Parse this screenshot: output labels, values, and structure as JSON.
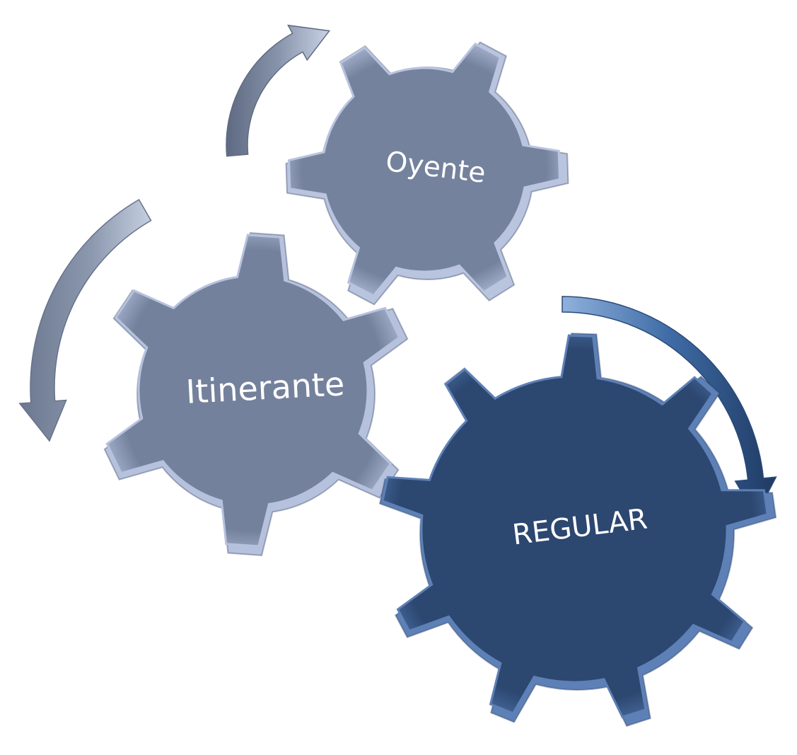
{
  "diagram": {
    "gears": [
      {
        "id": "oyente",
        "label": "Oyente",
        "fill": "#75829d",
        "edge": "#b9c4df"
      },
      {
        "id": "itinerante",
        "label": "Itinerante",
        "fill": "#74819c",
        "edge": "#b6c2dd"
      },
      {
        "id": "regular",
        "label": "REGULAR",
        "fill": "#2c4770",
        "edge": "#5d80b6"
      }
    ],
    "arrows": [
      {
        "id": "top-arrow",
        "color": "#7a879e"
      },
      {
        "id": "left-arrow",
        "color": "#7f8ca3"
      },
      {
        "id": "right-arrow",
        "color": "#3d6aa3"
      }
    ]
  }
}
